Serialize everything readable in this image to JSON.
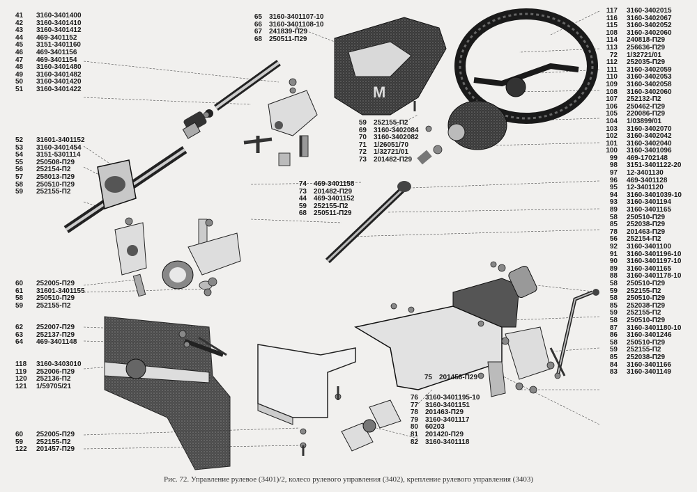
{
  "caption": "Рис. 72. Управление рулевое (3401)/2, колесо рулевого управления (3402), крепление рулевого управления (3403)",
  "groups": {
    "left1": [
      {
        "n": "41",
        "c": "3160-3401400"
      },
      {
        "n": "42",
        "c": "3160-3401410"
      },
      {
        "n": "43",
        "c": "3160-3401412"
      },
      {
        "n": "44",
        "c": "469-3401152"
      },
      {
        "n": "45",
        "c": "3151-3401160"
      },
      {
        "n": "46",
        "c": "469-3401156"
      },
      {
        "n": "47",
        "c": "469-3401154"
      },
      {
        "n": "48",
        "c": "3160-3401480"
      },
      {
        "n": "49",
        "c": "3160-3401482"
      },
      {
        "n": "50",
        "c": "3160-3401420"
      },
      {
        "n": "51",
        "c": "3160-3401422"
      }
    ],
    "left2": [
      {
        "n": "52",
        "c": "31601-3401152"
      },
      {
        "n": "53",
        "c": "3160-3401454"
      },
      {
        "n": "54",
        "c": "3151-5301114"
      },
      {
        "n": "55",
        "c": "250508-П29"
      },
      {
        "n": "56",
        "c": "252154-П2"
      },
      {
        "n": "57",
        "c": "258013-П29"
      },
      {
        "n": "58",
        "c": "250510-П29"
      },
      {
        "n": "59",
        "c": "252155-П2"
      }
    ],
    "left3": [
      {
        "n": "60",
        "c": "252005-П29"
      },
      {
        "n": "61",
        "c": "31601-3401155"
      },
      {
        "n": "58",
        "c": "250510-П29"
      },
      {
        "n": "59",
        "c": "252155-П2"
      }
    ],
    "left4": [
      {
        "n": "62",
        "c": "252007-П29"
      },
      {
        "n": "63",
        "c": "252137-П29"
      },
      {
        "n": "64",
        "c": "469-3401148"
      }
    ],
    "left5": [
      {
        "n": "118",
        "c": "3160-3403010"
      },
      {
        "n": "119",
        "c": "252006-П29"
      },
      {
        "n": "120",
        "c": "252136-П2"
      },
      {
        "n": "121",
        "c": "1/59705/21"
      }
    ],
    "left6": [
      {
        "n": "60",
        "c": "252005-П29"
      },
      {
        "n": "59",
        "c": "252155-П2"
      },
      {
        "n": "122",
        "c": "201457-П29"
      }
    ],
    "mid1": [
      {
        "n": "65",
        "c": "3160-3401107-10"
      },
      {
        "n": "66",
        "c": "3160-3401108-10"
      },
      {
        "n": "67",
        "c": "241839-П29"
      },
      {
        "n": "68",
        "c": "250511-П29"
      }
    ],
    "mid2": [
      {
        "n": "59",
        "c": "252155-П2"
      },
      {
        "n": "69",
        "c": "3160-3402084"
      },
      {
        "n": "70",
        "c": "3160-3402082"
      },
      {
        "n": "71",
        "c": "1/26051/70"
      },
      {
        "n": "72",
        "c": "1/32721/01"
      },
      {
        "n": "73",
        "c": "201482-П29"
      }
    ],
    "mid3": [
      {
        "n": "74",
        "c": "469-3401158"
      },
      {
        "n": "73",
        "c": "201482-П29"
      },
      {
        "n": "44",
        "c": "469-3401152"
      },
      {
        "n": "59",
        "c": "252155-П2"
      },
      {
        "n": "68",
        "c": "250511-П29"
      }
    ],
    "mid4": [
      {
        "n": "75",
        "c": "201458-П29"
      }
    ],
    "mid5": [
      {
        "n": "76",
        "c": "3160-3401195-10"
      },
      {
        "n": "77",
        "c": "3160-3401151"
      },
      {
        "n": "78",
        "c": "201463-П29"
      },
      {
        "n": "79",
        "c": "3160-3401117"
      },
      {
        "n": "80",
        "c": "60203"
      },
      {
        "n": "81",
        "c": "201420-П29"
      },
      {
        "n": "82",
        "c": "3160-3401118"
      }
    ],
    "right1": [
      {
        "n": "117",
        "c": "3160-3402015"
      },
      {
        "n": "116",
        "c": "3160-3402067"
      },
      {
        "n": "115",
        "c": "3160-3402052"
      },
      {
        "n": "108",
        "c": "3160-3402060"
      },
      {
        "n": "114",
        "c": "240818-П29"
      },
      {
        "n": "113",
        "c": "256636-П29"
      },
      {
        "n": "72",
        "c": "1/32721/01"
      },
      {
        "n": "112",
        "c": "252035-П29"
      },
      {
        "n": "111",
        "c": "3160-3402059"
      },
      {
        "n": "110",
        "c": "3160-3402053"
      },
      {
        "n": "109",
        "c": "3160-3402058"
      },
      {
        "n": "108",
        "c": "3160-3402060"
      },
      {
        "n": "107",
        "c": "252132-П2"
      },
      {
        "n": "106",
        "c": "250462-П29"
      },
      {
        "n": "105",
        "c": "220086-П29"
      },
      {
        "n": "104",
        "c": "1/03899/01"
      },
      {
        "n": "103",
        "c": "3160-3402070"
      },
      {
        "n": "102",
        "c": "3160-3402042"
      },
      {
        "n": "101",
        "c": "3160-3402040"
      },
      {
        "n": "100",
        "c": "3160-3401096"
      },
      {
        "n": "99",
        "c": "469-1702148"
      },
      {
        "n": "98",
        "c": "3151-3401122-20"
      },
      {
        "n": "97",
        "c": "12-3401130"
      },
      {
        "n": "96",
        "c": "469-3401128"
      },
      {
        "n": "95",
        "c": "12-3401120"
      },
      {
        "n": "94",
        "c": "3160-3401039-10"
      },
      {
        "n": "93",
        "c": "3160-3401194"
      },
      {
        "n": "89",
        "c": "3160-3401165"
      },
      {
        "n": "58",
        "c": "250510-П29"
      },
      {
        "n": "85",
        "c": "252038-П29"
      },
      {
        "n": "78",
        "c": "201463-П29"
      },
      {
        "n": "56",
        "c": "252154-П2"
      },
      {
        "n": "92",
        "c": "3160-3401100"
      },
      {
        "n": "91",
        "c": "3160-3401196-10"
      },
      {
        "n": "90",
        "c": "3160-3401197-10"
      },
      {
        "n": "89",
        "c": "3160-3401165"
      },
      {
        "n": "88",
        "c": "3160-3401178-10"
      },
      {
        "n": "58",
        "c": "250510-П29"
      },
      {
        "n": "59",
        "c": "252155-П2"
      },
      {
        "n": "58",
        "c": "250510-П29"
      },
      {
        "n": "85",
        "c": "252038-П29"
      },
      {
        "n": "59",
        "c": "252155-П2"
      },
      {
        "n": "58",
        "c": "250510-П29"
      },
      {
        "n": "87",
        "c": "3160-3401180-10"
      },
      {
        "n": "86",
        "c": "3160-3401246"
      },
      {
        "n": "58",
        "c": "250510-П29"
      },
      {
        "n": "59",
        "c": "252155-П2"
      },
      {
        "n": "85",
        "c": "252038-П29"
      },
      {
        "n": "84",
        "c": "3160-3401166"
      },
      {
        "n": "83",
        "c": "3160-3401149"
      }
    ]
  }
}
